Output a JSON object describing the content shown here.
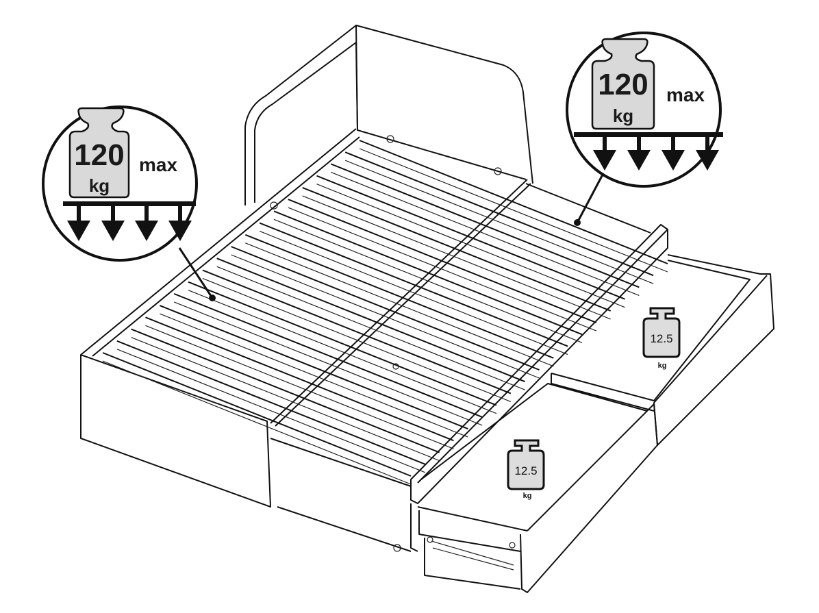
{
  "bed_load": {
    "left": {
      "value": "120",
      "unit": "kg",
      "label": "max"
    },
    "right": {
      "value": "120",
      "unit": "kg",
      "label": "max"
    }
  },
  "drawer_load": {
    "back": {
      "value": "12.5",
      "unit": "kg"
    },
    "front": {
      "value": "12.5",
      "unit": "kg"
    }
  },
  "colors": {
    "line": "#111111",
    "weight_fill": "#d9d9d9"
  },
  "slat_count": 19
}
